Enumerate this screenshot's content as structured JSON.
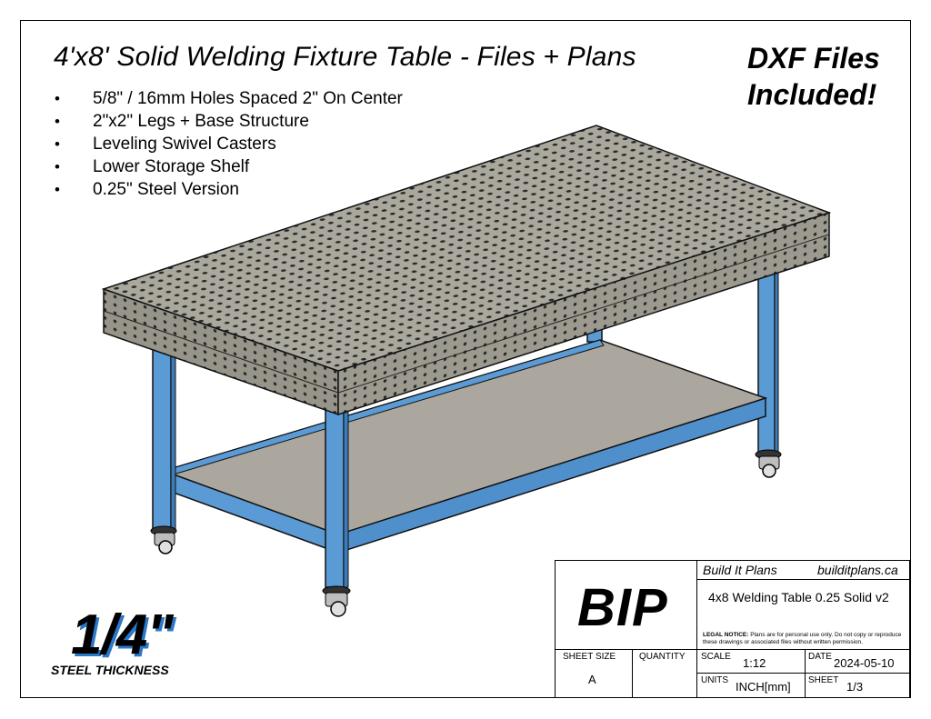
{
  "title": "4'x8' Solid Welding Fixture Table - Files + Plans",
  "dxf_badge": {
    "line1": "DXF Files",
    "line2": "Included!"
  },
  "features": [
    "5/8\" / 16mm Holes Spaced 2\" On Center",
    "2\"x2\" Legs + Base Structure",
    "Leveling Swivel Casters",
    "Lower Storage Shelf",
    "0.25\" Steel Version"
  ],
  "thickness": {
    "value": "1/4\"",
    "label": "STEEL THICKNESS"
  },
  "colors": {
    "legs": "#5b9bd5",
    "top": "#a9a69c",
    "shelf": "#aba79f",
    "accent_shadow": "#2a78c8"
  },
  "title_block": {
    "logo": "BIP",
    "company": "Build It Plans",
    "website": "builditplans.ca",
    "drawing_title": "4x8 Welding Table 0.25 Solid v2",
    "legal_notice_label": "LEGAL NOTICE:",
    "legal_notice_text": "Plans are for personal use only. Do not copy or reproduce these drawings or associated files without written permission.",
    "sheet_size_label": "SHEET SIZE",
    "sheet_size": "A",
    "quantity_label": "QUANTITY",
    "quantity": "",
    "scale_label": "SCALE",
    "scale": "1:12",
    "date_label": "DATE",
    "date": "2024-05-10",
    "units_label": "UNITS",
    "units": "INCH[mm]",
    "sheet_label": "SHEET",
    "sheet": "1/3"
  }
}
